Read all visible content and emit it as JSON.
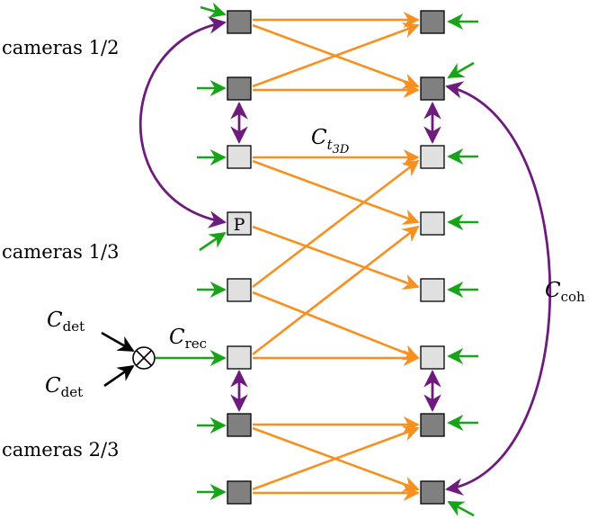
{
  "groups": {
    "cameras_12": "cameras 1/2",
    "cameras_13": "cameras 1/3",
    "cameras_23": "cameras 2/3"
  },
  "symbols": {
    "c": "C",
    "det_sub": "det",
    "rec_sub": "rec",
    "coh_sub": "coh",
    "t3d_sub_t": "t",
    "t3d_sub_sub": "3D"
  },
  "nodes": {
    "p_label": "P"
  },
  "colors": {
    "orange": "#f7901e",
    "purple": "#6e1b7e",
    "green": "#18a418",
    "black": "#000000",
    "dark_box": "#808080",
    "light_box": "#e0e0e0"
  }
}
